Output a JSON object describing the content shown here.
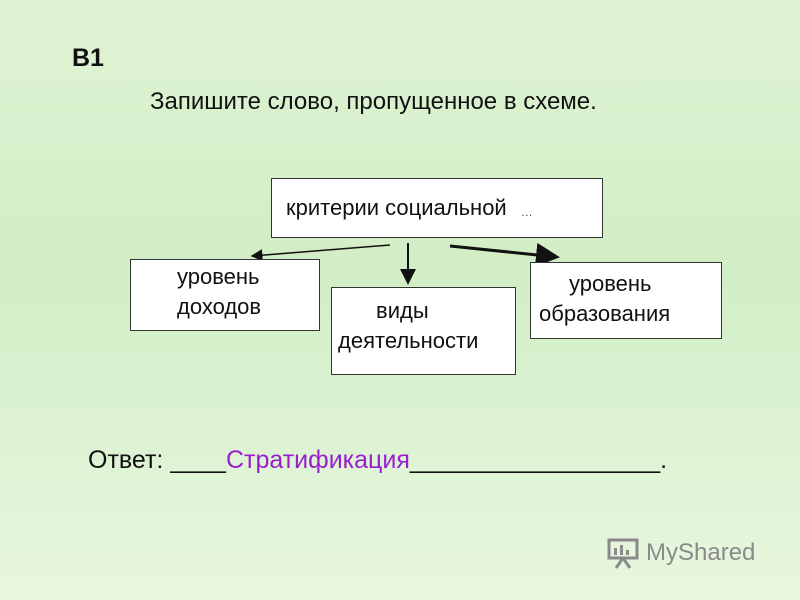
{
  "task": {
    "number": "В1",
    "instruction": "Запишите слово, пропущенное в схеме."
  },
  "diagram": {
    "top_box": {
      "text": "критерии социальной",
      "ellipsis": "…"
    },
    "left_box": {
      "line1": "уровень",
      "line2": "доходов"
    },
    "center_box": {
      "line1": "виды",
      "line2": "деятельности"
    },
    "right_box": {
      "line1": "уровень",
      "line2": "образования"
    }
  },
  "answer": {
    "label": "Ответ:",
    "blank_before": "____",
    "word": "Стратификация",
    "blank_after": "__________________.",
    "word_color": "#9a1ecf"
  },
  "watermark": {
    "text": "MyShared",
    "icon": "presentation-board-icon"
  }
}
